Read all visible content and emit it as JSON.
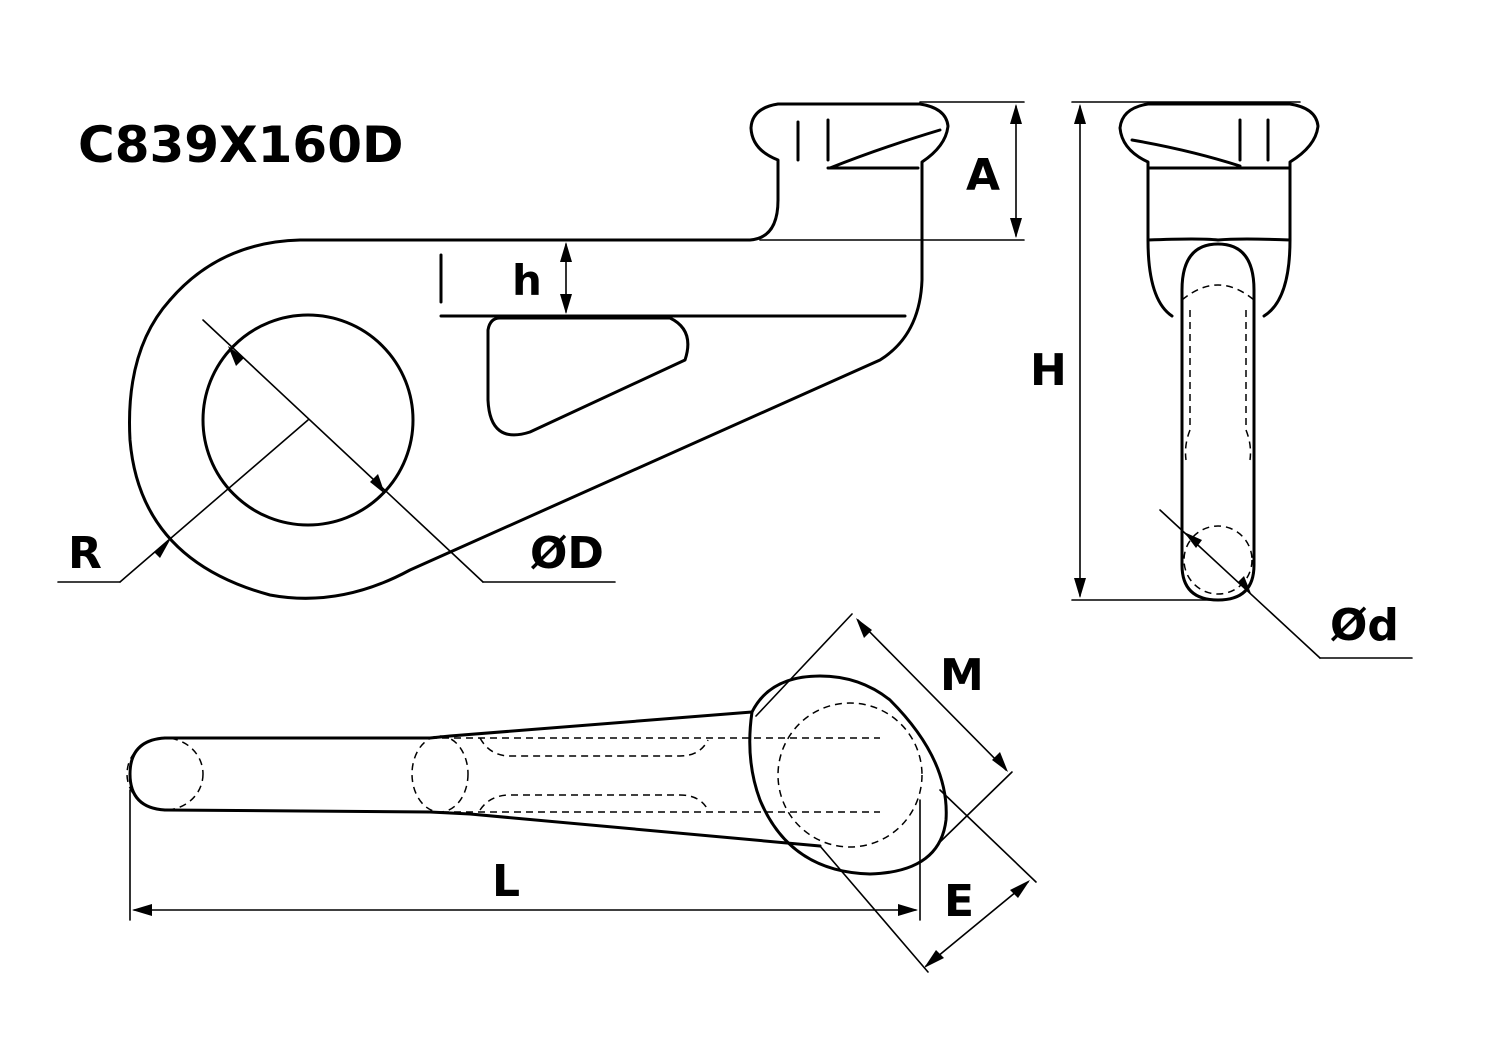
{
  "title": "C839X160D",
  "dimensions": {
    "A": "A",
    "h": "h",
    "H": "H",
    "R": "R",
    "D": "ØD",
    "d": "Ød",
    "M": "M",
    "L": "L",
    "E": "E"
  },
  "colors": {
    "line": "#000000",
    "background": "#ffffff"
  }
}
